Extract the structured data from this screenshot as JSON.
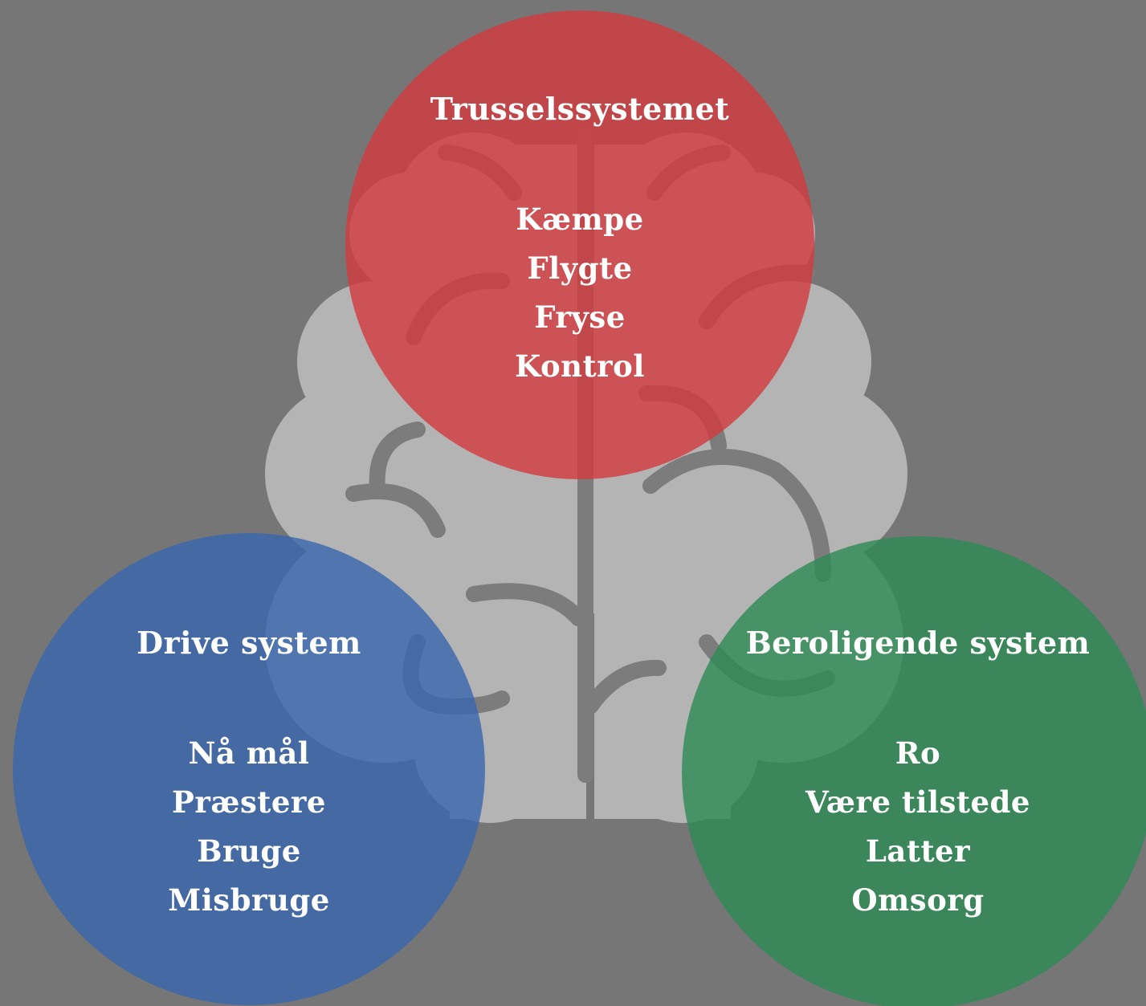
{
  "colors": {
    "background": "#767676",
    "brain": "#b4b4b4",
    "brain_lines": "#7c7c7c",
    "threat": "#d23c3f",
    "drive": "#3a66ad",
    "soothing": "#2f8a55",
    "text": "#ffffff"
  },
  "icons": [
    "brain-icon"
  ],
  "threat": {
    "title": "Trusselssystemet",
    "items": [
      "Kæmpe",
      "Flygte",
      "Fryse",
      "Kontrol"
    ]
  },
  "drive": {
    "title": "Drive system",
    "items": [
      "Nå mål",
      "Præstere",
      "Bruge",
      "Misbruge"
    ]
  },
  "soothing": {
    "title": "Beroligende system",
    "items": [
      "Ro",
      "Være tilstede",
      "Latter",
      "Omsorg"
    ]
  }
}
